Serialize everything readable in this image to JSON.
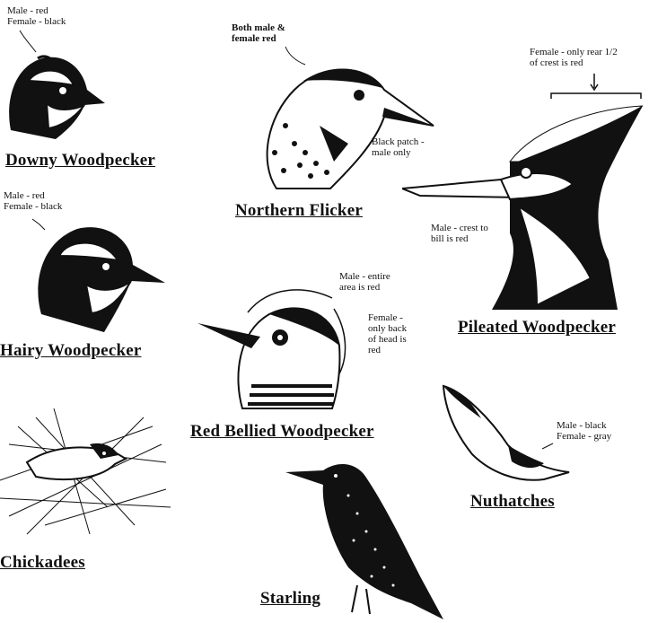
{
  "birds": {
    "downy": {
      "name": "Downy Woodpecker",
      "note": "Male - red\nFemale - black"
    },
    "flicker": {
      "name": "Northern Flicker",
      "note_top": "Both male &\nfemale red",
      "note_patch": "Black patch -\nmale only"
    },
    "pileated": {
      "name": "Pileated Woodpecker",
      "note_crest": "Female - only rear 1/2\nof crest is red",
      "note_bill": "Male - crest to\nbill is red"
    },
    "hairy": {
      "name": "Hairy Woodpecker",
      "note": "Male - red\nFemale - black"
    },
    "redbellied": {
      "name": "Red Bellied Woodpecker",
      "note_male": "Male - entire\narea is red",
      "note_female": "Female -\nonly back\nof head is\nred"
    },
    "nuthatch": {
      "name": "Nuthatches",
      "note": "Male - black\nFemale - gray"
    },
    "chickadee": {
      "name": "Chickadees"
    },
    "starling": {
      "name": "Starling"
    }
  }
}
